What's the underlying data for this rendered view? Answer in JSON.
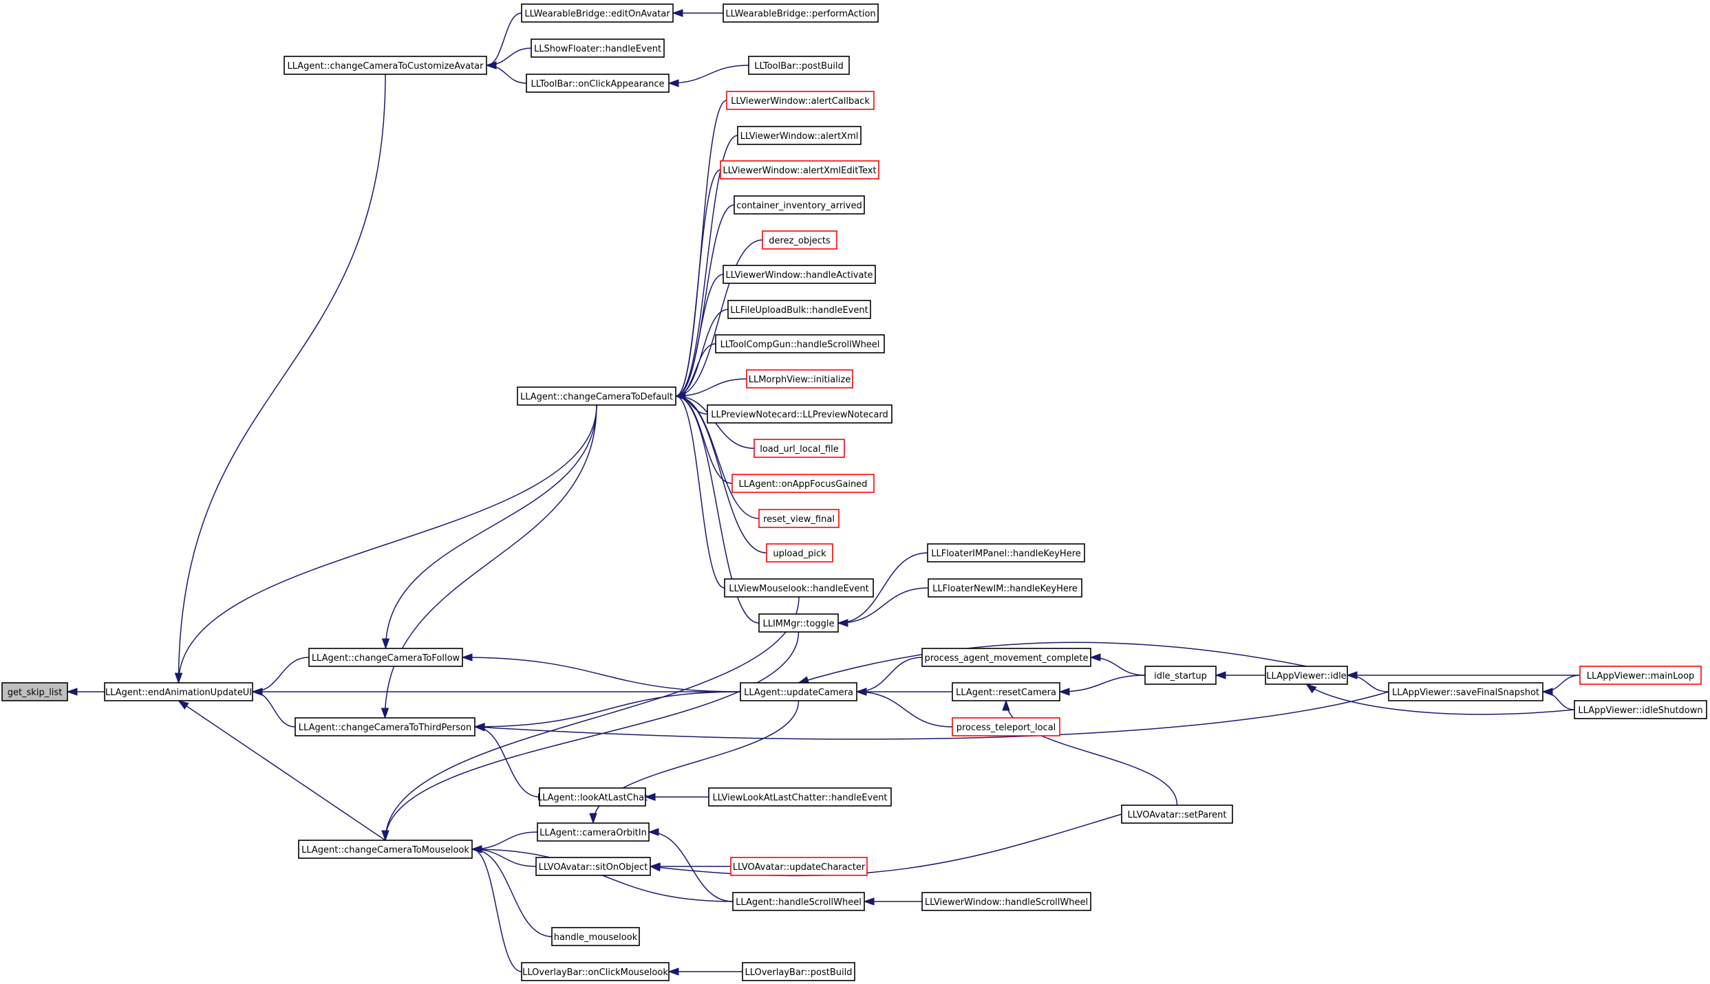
{
  "diagram": {
    "type": "call-graph",
    "edge_color": "#191970",
    "node_border_color": "#000000",
    "truncated_node_border_color": "#ff0000",
    "root_fill_color": "#bfbfbf",
    "nodes": [
      {
        "id": "n0",
        "label": "get_skip_list",
        "root": true
      },
      {
        "id": "n1",
        "label": "LLAgent::endAnimationUpdateUI"
      },
      {
        "id": "n2",
        "label": "LLAgent::changeCameraToCustomizeAvatar"
      },
      {
        "id": "n3",
        "label": "LLWearableBridge::editOnAvatar"
      },
      {
        "id": "n4",
        "label": "LLWearableBridge::performAction"
      },
      {
        "id": "n5",
        "label": "LLShowFloater::handleEvent"
      },
      {
        "id": "n6",
        "label": "LLToolBar::onClickAppearance"
      },
      {
        "id": "n7",
        "label": "LLToolBar::postBuild"
      },
      {
        "id": "n8",
        "label": "LLAgent::changeCameraToDefault"
      },
      {
        "id": "n9",
        "label": "LLViewerWindow::alertCallback",
        "truncated": true
      },
      {
        "id": "n10",
        "label": "LLViewerWindow::alertXml"
      },
      {
        "id": "n11",
        "label": "LLViewerWindow::alertXmlEditText",
        "truncated": true
      },
      {
        "id": "n12",
        "label": "container_inventory_arrived"
      },
      {
        "id": "n13",
        "label": "derez_objects",
        "truncated": true
      },
      {
        "id": "n14",
        "label": "LLViewerWindow::handleActivate"
      },
      {
        "id": "n15",
        "label": "LLFileUploadBulk::handleEvent"
      },
      {
        "id": "n16",
        "label": "LLToolCompGun::handleScrollWheel"
      },
      {
        "id": "n17",
        "label": "LLMorphView::initialize",
        "truncated": true
      },
      {
        "id": "n18",
        "label": "LLPreviewNotecard::LLPreviewNotecard"
      },
      {
        "id": "n19",
        "label": "load_url_local_file",
        "truncated": true
      },
      {
        "id": "n20",
        "label": "LLAgent::onAppFocusGained",
        "truncated": true
      },
      {
        "id": "n21",
        "label": "reset_view_final",
        "truncated": true
      },
      {
        "id": "n22",
        "label": "upload_pick",
        "truncated": true
      },
      {
        "id": "n23",
        "label": "LLViewMouselook::handleEvent"
      },
      {
        "id": "n24",
        "label": "LLIMMgr::toggle"
      },
      {
        "id": "n25",
        "label": "LLFloaterIMPanel::handleKeyHere"
      },
      {
        "id": "n26",
        "label": "LLFloaterNewIM::handleKeyHere"
      },
      {
        "id": "n27",
        "label": "LLAgent::changeCameraToFollow"
      },
      {
        "id": "n28",
        "label": "LLAgent::updateCamera"
      },
      {
        "id": "n29",
        "label": "process_agent_movement_complete"
      },
      {
        "id": "n30",
        "label": "LLAgent::resetCamera"
      },
      {
        "id": "n31",
        "label": "idle_startup"
      },
      {
        "id": "n32",
        "label": "LLAppViewer::idle"
      },
      {
        "id": "n33",
        "label": "LLAppViewer::mainLoop",
        "truncated": true
      },
      {
        "id": "n34",
        "label": "LLAppViewer::saveFinalSnapshot"
      },
      {
        "id": "n35",
        "label": "LLAppViewer::idleShutdown"
      },
      {
        "id": "n36",
        "label": "process_teleport_local",
        "truncated": true
      },
      {
        "id": "n37",
        "label": "LLAgent::changeCameraToThirdPerson"
      },
      {
        "id": "n38",
        "label": "LLAgent::lookAtLastChat"
      },
      {
        "id": "n39",
        "label": "LLViewLookAtLastChatter::handleEvent"
      },
      {
        "id": "n40",
        "label": "LLVOAvatar::setParent"
      },
      {
        "id": "n41",
        "label": "LLAgent::changeCameraToMouselook"
      },
      {
        "id": "n42",
        "label": "LLAgent::cameraOrbitIn"
      },
      {
        "id": "n43",
        "label": "LLVOAvatar::sitOnObject"
      },
      {
        "id": "n44",
        "label": "LLVOAvatar::updateCharacter",
        "truncated": true
      },
      {
        "id": "n45",
        "label": "LLAgent::handleScrollWheel"
      },
      {
        "id": "n46",
        "label": "LLViewerWindow::handleScrollWheel"
      },
      {
        "id": "n47",
        "label": "handle_mouselook"
      },
      {
        "id": "n48",
        "label": "LLOverlayBar::onClickMouselook"
      },
      {
        "id": "n49",
        "label": "LLOverlayBar::postBuild"
      }
    ],
    "edges": [
      [
        "n1",
        "n0"
      ],
      [
        "n2",
        "n1"
      ],
      [
        "n8",
        "n1"
      ],
      [
        "n27",
        "n1"
      ],
      [
        "n28",
        "n1"
      ],
      [
        "n37",
        "n1"
      ],
      [
        "n41",
        "n1"
      ],
      [
        "n3",
        "n2"
      ],
      [
        "n5",
        "n2"
      ],
      [
        "n6",
        "n2"
      ],
      [
        "n4",
        "n3"
      ],
      [
        "n7",
        "n6"
      ],
      [
        "n9",
        "n8"
      ],
      [
        "n10",
        "n8"
      ],
      [
        "n11",
        "n8"
      ],
      [
        "n12",
        "n8"
      ],
      [
        "n13",
        "n8"
      ],
      [
        "n14",
        "n8"
      ],
      [
        "n15",
        "n8"
      ],
      [
        "n16",
        "n8"
      ],
      [
        "n17",
        "n8"
      ],
      [
        "n18",
        "n8"
      ],
      [
        "n19",
        "n8"
      ],
      [
        "n20",
        "n8"
      ],
      [
        "n21",
        "n8"
      ],
      [
        "n22",
        "n8"
      ],
      [
        "n23",
        "n8"
      ],
      [
        "n24",
        "n8"
      ],
      [
        "n25",
        "n24"
      ],
      [
        "n26",
        "n24"
      ],
      [
        "n8",
        "n27"
      ],
      [
        "n28",
        "n27"
      ],
      [
        "n29",
        "n28"
      ],
      [
        "n30",
        "n28"
      ],
      [
        "n36",
        "n28"
      ],
      [
        "n32",
        "n28"
      ],
      [
        "n31",
        "n29"
      ],
      [
        "n31",
        "n30"
      ],
      [
        "n40",
        "n30"
      ],
      [
        "n32",
        "n31"
      ],
      [
        "n33",
        "n32"
      ],
      [
        "n34",
        "n32"
      ],
      [
        "n35",
        "n32"
      ],
      [
        "n33",
        "n34"
      ],
      [
        "n35",
        "n34"
      ],
      [
        "n8",
        "n37"
      ],
      [
        "n28",
        "n37"
      ],
      [
        "n38",
        "n37"
      ],
      [
        "n34",
        "n37"
      ],
      [
        "n39",
        "n38"
      ],
      [
        "n23",
        "n41"
      ],
      [
        "n24",
        "n41"
      ],
      [
        "n42",
        "n41"
      ],
      [
        "n43",
        "n41"
      ],
      [
        "n45",
        "n41"
      ],
      [
        "n47",
        "n41"
      ],
      [
        "n48",
        "n41"
      ],
      [
        "n28",
        "n42"
      ],
      [
        "n45",
        "n42"
      ],
      [
        "n40",
        "n43"
      ],
      [
        "n44",
        "n43"
      ],
      [
        "n46",
        "n45"
      ],
      [
        "n49",
        "n48"
      ]
    ]
  }
}
